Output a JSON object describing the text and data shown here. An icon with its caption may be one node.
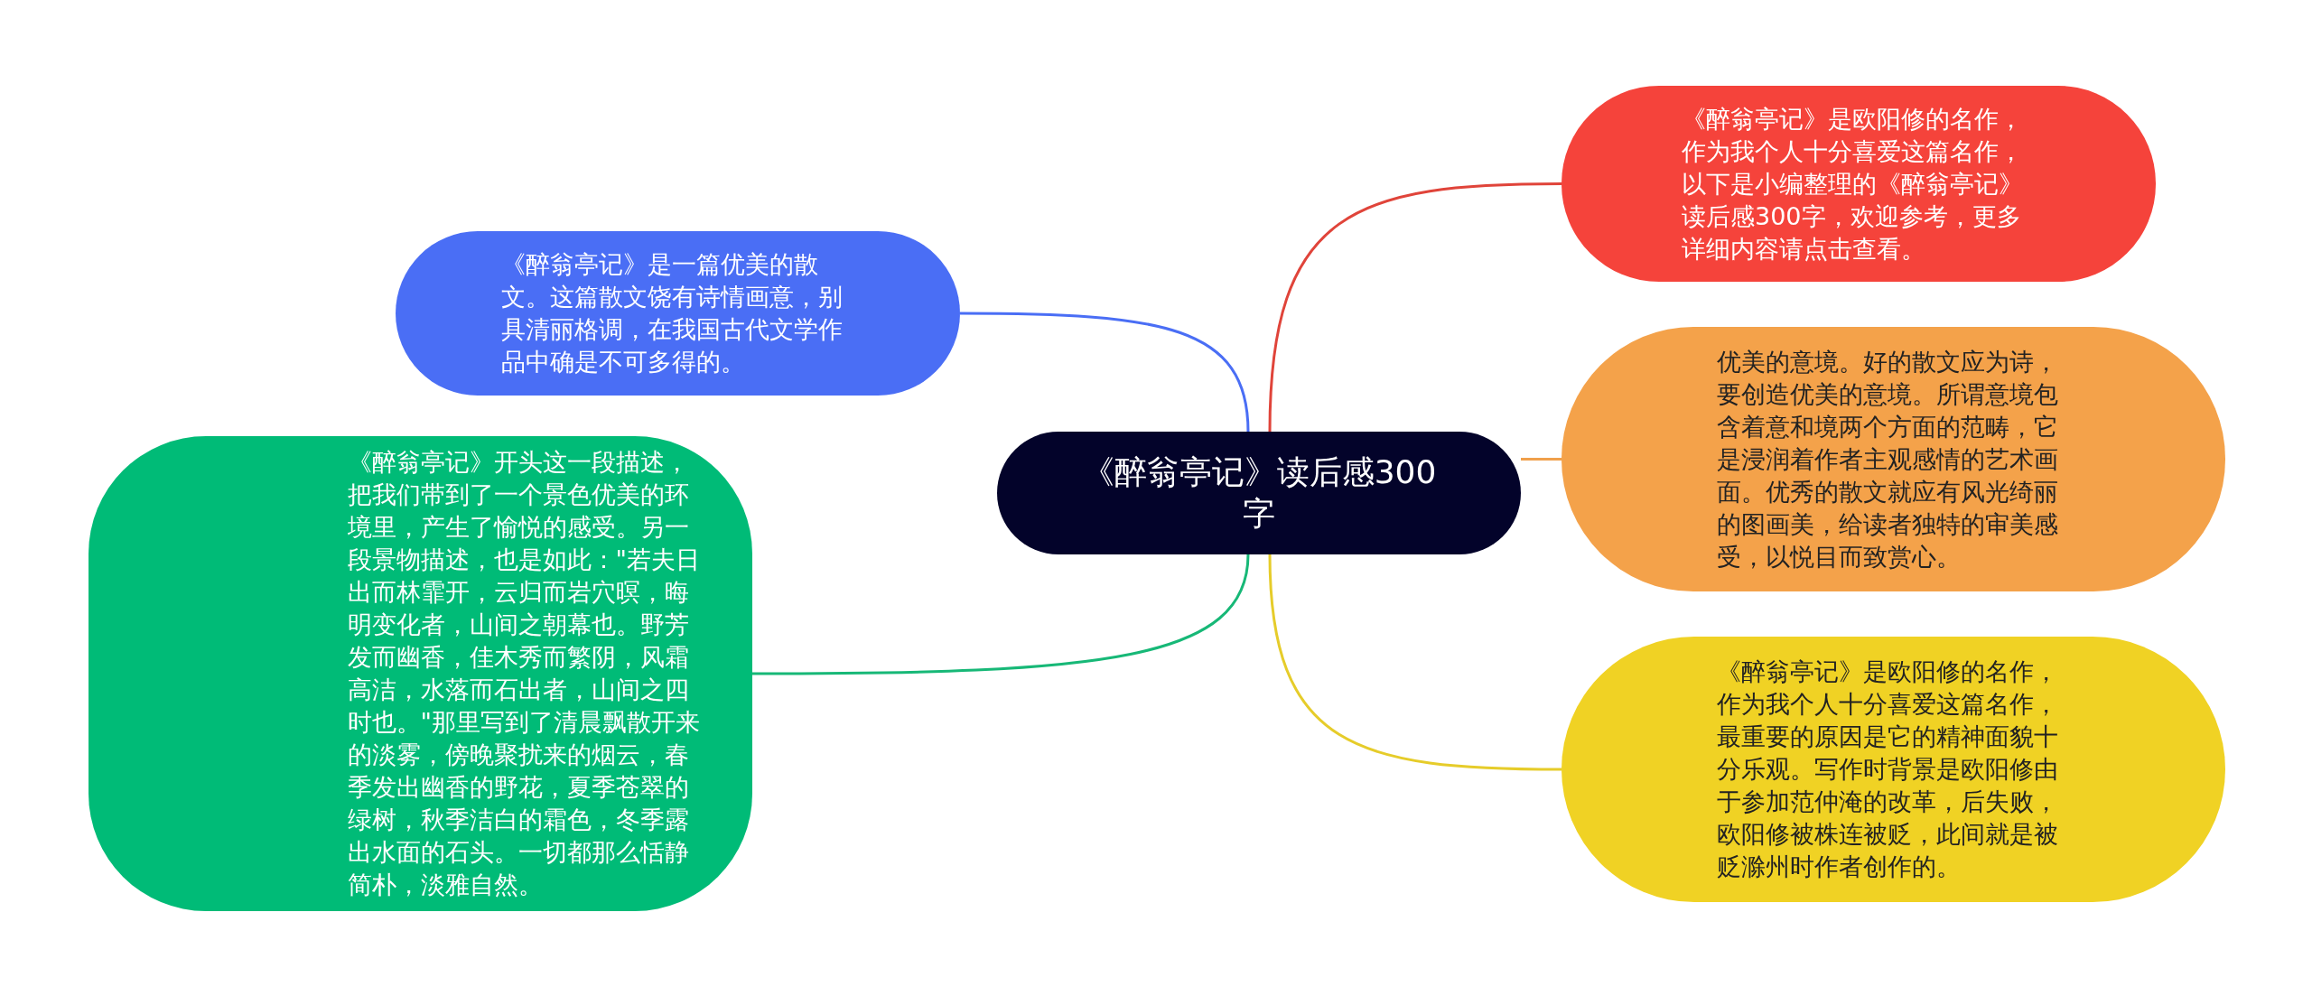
{
  "diagram": {
    "nodes": [
      {
        "text": [
          "《醉翁亭记》读后感300字"
        ]
      },
      {
        "text": [
          "《醉翁亭记》是一篇优美的散文。这篇散文饶有诗情画意，别具清丽格调，在我国古代文学作品中确是不可多得的。"
        ]
      },
      {
        "text": [
          "《醉翁亭记》开头这一段描述，把我们带到了一个景色优美的环境里，产生了愉悦的感受。另一段景物描述，也是如此：\"若夫日出而林霏开，云归而岩穴暝，晦明变化者，山间之朝幕也。野芳发而幽香，佳木秀而繁阴，风霜高洁，水落而石出者，山间之四时也。\"那里写到了清晨飘散开来的淡雾，傍晚聚扰来的烟云，春季发出幽香的野花，夏季苍翠的绿树，秋季洁白的霜色，冬季露出水面的石头。一切都那么恬静简朴，淡雅自然。"
        ]
      },
      {
        "text": [
          "《醉翁亭记》是欧阳修的名作，作为我个人十分喜爱这篇名作，以下是小编整理的《醉翁亭记》读后感300字，欢迎参考，更多详细内容请点击查看。"
        ]
      },
      {
        "text": [
          "优美的意境。好的散文应为诗，要创造优美的意境。所谓意境包含着意和境两个方面的范畴，它是浸润着作者主观感情的艺术画面。优秀的散文就应有风光绮丽的图画美，给读者独特的审美感受，以悦目而致赏心。"
        ]
      },
      {
        "text": [
          "《醉翁亭记》是欧阳修的名作，作为我个人十分喜爱这篇名作，最重要的原因是它的精神面貌十分乐观。写作时背景是欧阳修由于参加范仲淹的改革，后失败，欧阳修被株连被贬，此间就是被贬滁州时作者创作的。"
        ]
      }
    ],
    "edges": [
      {
        "from": 0,
        "to": 1,
        "arrow": "none",
        "color": "#4a6ef5"
      },
      {
        "from": 0,
        "to": 2,
        "arrow": "none",
        "color": "#17b877"
      },
      {
        "from": 0,
        "to": 3,
        "arrow": "none",
        "color": "#e0443a"
      },
      {
        "from": 0,
        "to": 4,
        "arrow": "none",
        "color": "#f0a04c"
      },
      {
        "from": 0,
        "to": 5,
        "arrow": "none",
        "color": "#e6cc2a"
      }
    ]
  }
}
